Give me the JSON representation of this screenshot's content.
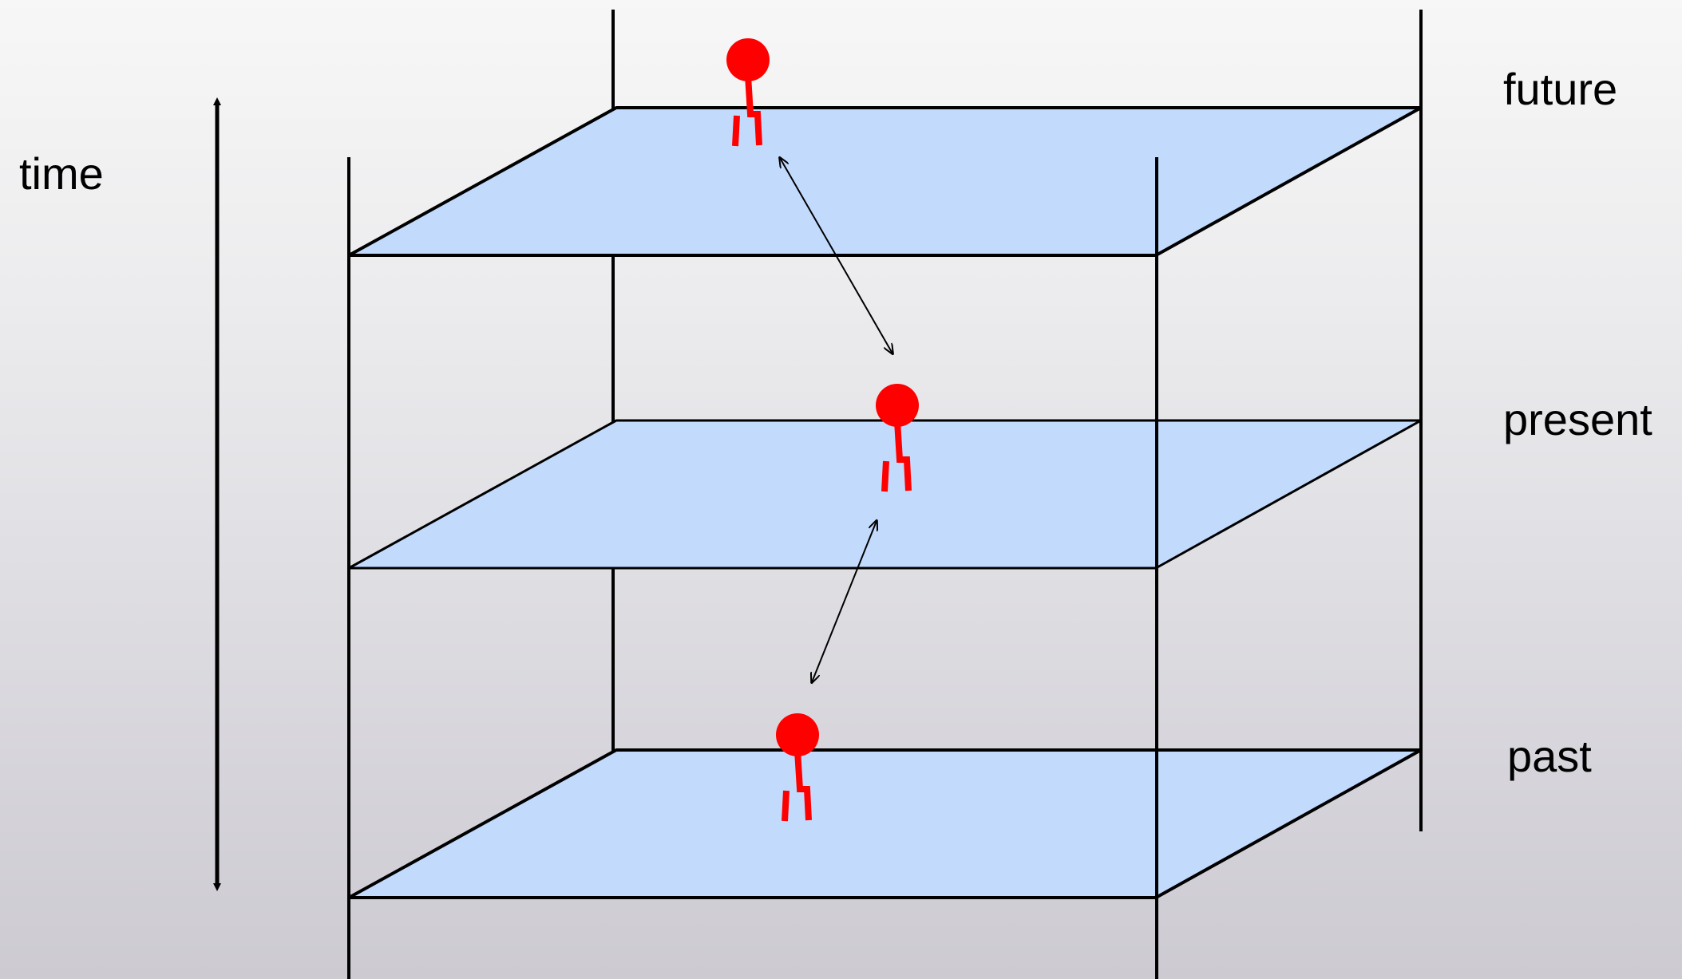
{
  "labels": {
    "time": "time",
    "future": "future",
    "present": "present",
    "past": "past"
  },
  "colors": {
    "plane_fill": "#c2dafc",
    "line": "#000000",
    "figure": "#ff0000"
  },
  "icons": {
    "figure": "stick-figure-icon",
    "arrow": "double-headed-arrow"
  }
}
